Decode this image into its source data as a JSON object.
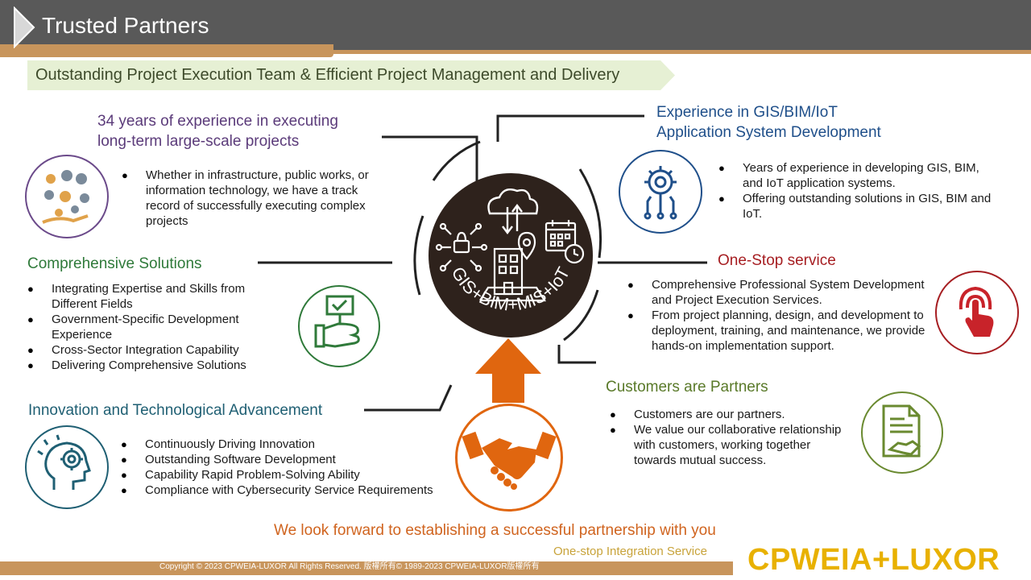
{
  "header": {
    "title": "Trusted Partners",
    "subtitle": "Outstanding Project Execution Team & Efficient Project Management and Delivery"
  },
  "center": {
    "arc_text": "GIS+BIM+MIS+IoT"
  },
  "sections": {
    "experience": {
      "heading_line1": "34 years of experience in executing",
      "heading_line2": "long-term large-scale projects",
      "bullets": [
        "Whether in infrastructure, public works, or information technology, we have a track record of successfully executing complex projects"
      ],
      "color": "#5b3b7a"
    },
    "solutions": {
      "heading": "Comprehensive Solutions",
      "bullets": [
        "Integrating Expertise and Skills from Different Fields",
        "Government-Specific Development Experience",
        "Cross-Sector Integration Capability",
        "Delivering Comprehensive Solutions"
      ],
      "color": "#2f7a3a"
    },
    "innovation": {
      "heading": "Innovation and Technological Advancement",
      "bullets": [
        "Continuously Driving Innovation",
        "Outstanding Software Development",
        "Capability Rapid Problem-Solving Ability",
        "Compliance with Cybersecurity Service Requirements"
      ],
      "color": "#1f5f73"
    },
    "gis": {
      "heading_line1": "Experience in GIS/BIM/IoT",
      "heading_line2": "Application System Development",
      "bullets": [
        "Years of experience in developing GIS, BIM, and IoT application systems.",
        "Offering outstanding solutions in GIS, BIM and IoT."
      ],
      "color": "#1f4f8a"
    },
    "onestop": {
      "heading": "One-Stop service",
      "bullets": [
        "Comprehensive Professional System Development and Project Execution Services.",
        "From project planning, design, and development to deployment, training, and maintenance, we provide hands-on implementation support."
      ],
      "color": "#a61e22"
    },
    "customers": {
      "heading": "Customers are Partners",
      "bullets": [
        "Customers are our partners.",
        "We value our collaborative relationship with customers, working together towards mutual success."
      ],
      "color": "#5a7a2a"
    }
  },
  "icons": {
    "experience": "people-coins-hand-icon",
    "solutions": "hand-checkbox-sign-icon",
    "innovation": "head-gear-lightbulb-icon",
    "gis": "gear-circuit-icon",
    "onestop": "finger-tap-icon",
    "customers": "document-handshake-icon",
    "handshake": "handshake-icon"
  },
  "footer": {
    "closing": "We look forward to establishing a successful partnership with you",
    "tagline": "One-stop Integration Service",
    "copyright": "Copyright © 2023 CPWEIA-LUXOR All Rights Reserved. 版權所有© 1989-2023 CPWEIA-LUXOR版權所有",
    "brand": "CPWEIA+LUXOR"
  },
  "colors": {
    "header_bg": "#595959",
    "accent_tan": "#c8955c",
    "subtitle_band": "#e6f0d4",
    "hub_bg": "#2e221c",
    "arrow_orange": "#e0660f",
    "brand_yellow": "#e8b100"
  }
}
